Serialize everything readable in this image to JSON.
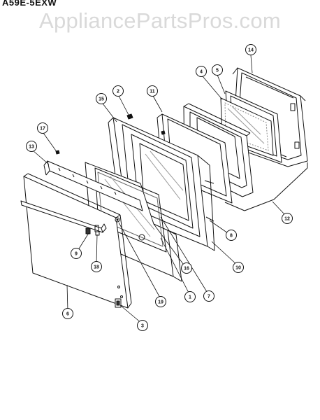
{
  "header": {
    "model_label": "A59E-5EXW",
    "watermark": "AppliancePartsPros.com"
  },
  "callouts": [
    {
      "id": "callout-14",
      "label": "14"
    },
    {
      "id": "callout-5",
      "label": "5"
    },
    {
      "id": "callout-4",
      "label": "4"
    },
    {
      "id": "callout-11",
      "label": "11"
    },
    {
      "id": "callout-2",
      "label": "2"
    },
    {
      "id": "callout-15",
      "label": "15"
    },
    {
      "id": "callout-17",
      "label": "17"
    },
    {
      "id": "callout-13",
      "label": "13"
    },
    {
      "id": "callout-12",
      "label": "12"
    },
    {
      "id": "callout-8",
      "label": "8"
    },
    {
      "id": "callout-10",
      "label": "10"
    },
    {
      "id": "callout-16",
      "label": "16"
    },
    {
      "id": "callout-7",
      "label": "7"
    },
    {
      "id": "callout-1",
      "label": "1"
    },
    {
      "id": "callout-19",
      "label": "19"
    },
    {
      "id": "callout-9",
      "label": "9"
    },
    {
      "id": "callout-18",
      "label": "18"
    },
    {
      "id": "callout-6",
      "label": "6"
    },
    {
      "id": "callout-3",
      "label": "3"
    }
  ],
  "colors": {
    "line": "#111111",
    "glass": "#888888",
    "watermark": "#d9d9d9"
  }
}
